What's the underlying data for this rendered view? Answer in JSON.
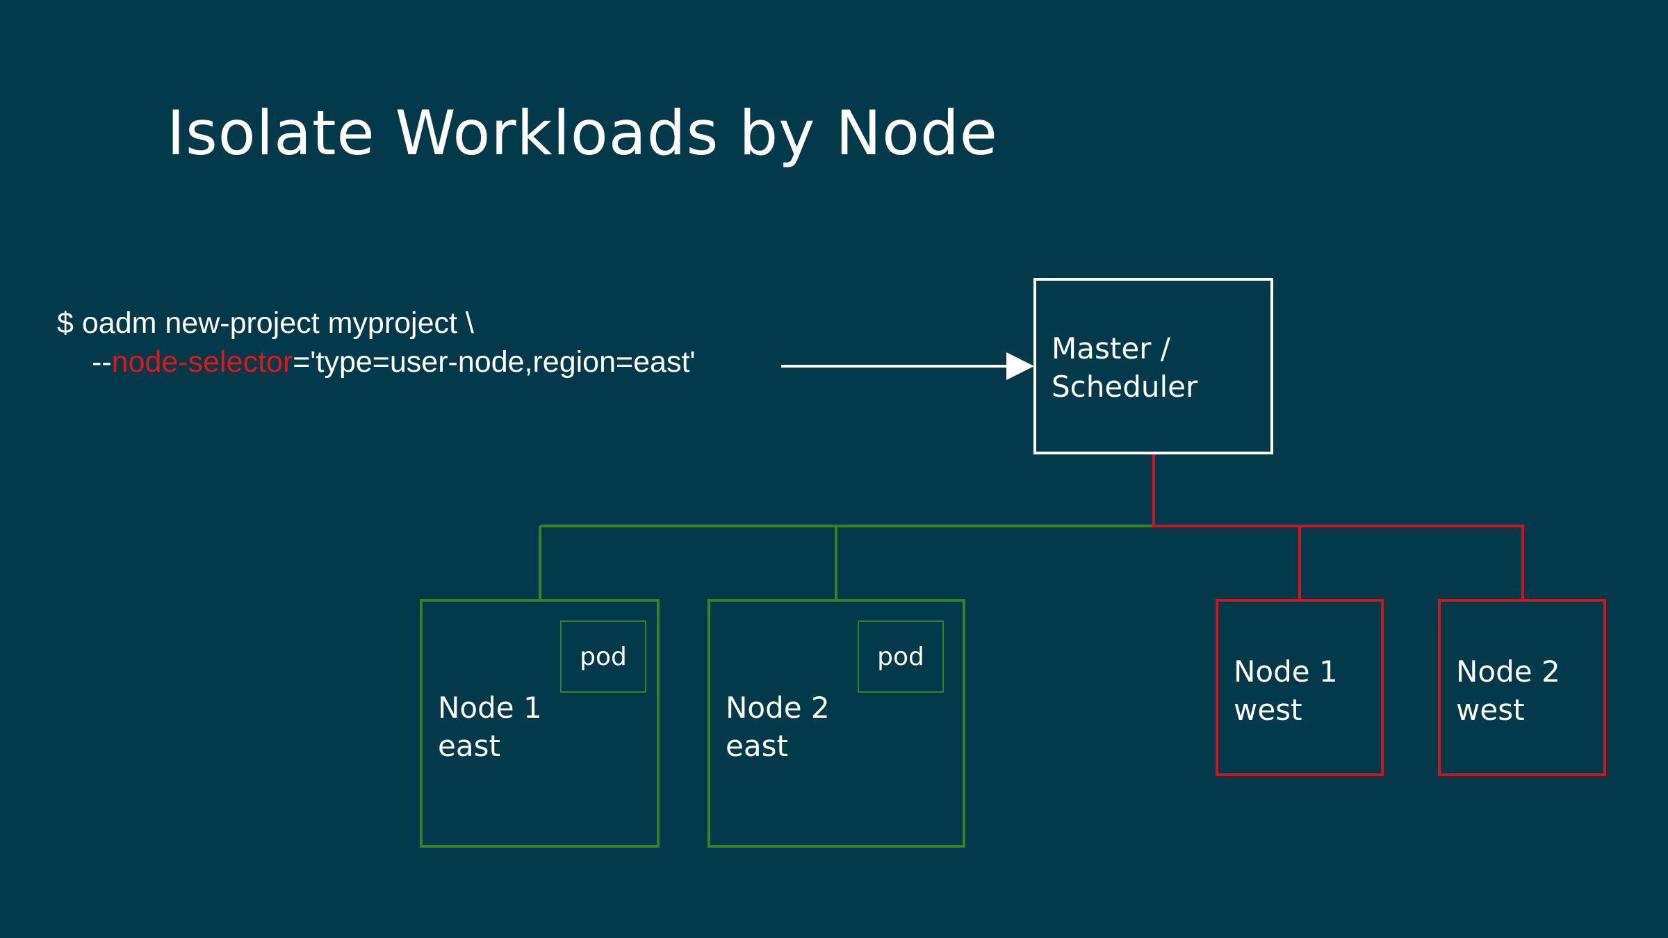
{
  "title": "Isolate Workloads by Node",
  "command": {
    "line1": "$ oadm new-project myproject \\",
    "line2_prefix": "--",
    "line2_highlight": "node-selector",
    "line2_suffix": "='type=user-node,region=east'"
  },
  "master": {
    "line1": "Master /",
    "line2": "Scheduler"
  },
  "nodes": [
    {
      "line1": "Node 1",
      "line2": "east",
      "pod": "pod"
    },
    {
      "line1": "Node 2",
      "line2": "east",
      "pod": "pod"
    },
    {
      "line1": "Node 1",
      "line2": "west"
    },
    {
      "line1": "Node 2",
      "line2": "west"
    }
  ],
  "colors": {
    "background": "#023a4b",
    "text": "#ffffff",
    "selected_branch": "#3f7f23",
    "excluded_branch": "#d1151c",
    "highlight_text": "#e3161b"
  }
}
